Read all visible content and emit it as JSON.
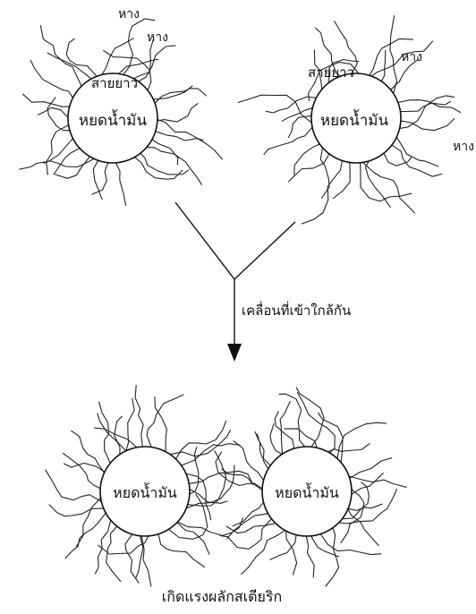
{
  "droplets": {
    "top_left": {
      "label": "หยดน้ำมัน",
      "chain_label": "สายยาว",
      "tail_labels": [
        "หาง",
        "หาง"
      ]
    },
    "top_right": {
      "label": "หยดน้ำมัน",
      "chain_label": "สายยาว",
      "tail_labels": [
        "หาง",
        "หาง"
      ]
    },
    "bottom_left": {
      "label": "หยดน้ำมัน"
    },
    "bottom_right": {
      "label": "หยดน้ำมัน"
    }
  },
  "arrow": {
    "label": "เคลื่อนที่เข้าใกล้กัน"
  },
  "caption": "เกิดแรงผลักสเตียริก",
  "colors": {
    "ink": "#111111",
    "background": "#ffffff"
  }
}
